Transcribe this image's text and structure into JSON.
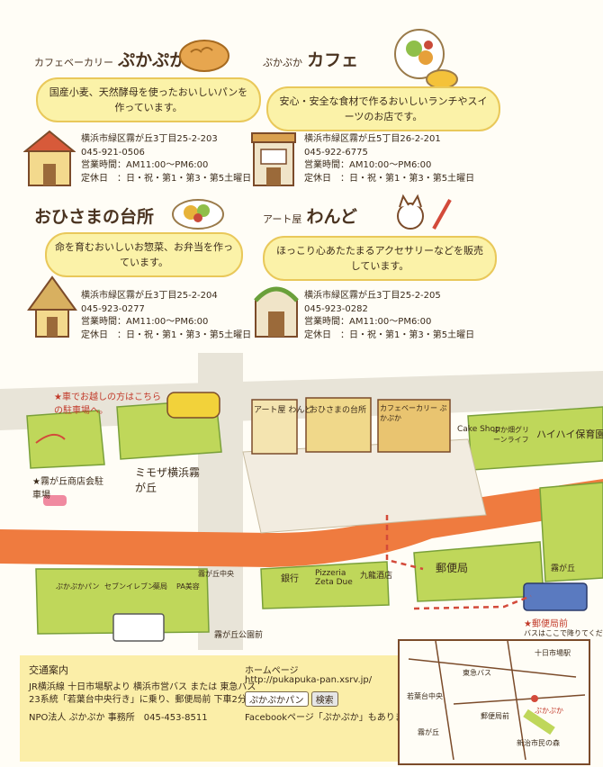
{
  "shops": [
    {
      "title_small": "カフェベーカリー",
      "title_big": "ぷかぷか",
      "description": "国産小麦、天然酵母を使ったおいしいパンを作っています。",
      "address": "横浜市緑区霧が丘3丁目25-2-203",
      "phone": "045-921-0506",
      "hours": "営業時間：AM11:00〜PM6:00",
      "closed": "定休日　：日・祝・第1・第3・第5土曜日"
    },
    {
      "title_small": "ぷかぷか",
      "title_big": "カフェ",
      "description": "安心・安全な食材で作るおいしいランチやスイーツのお店です。",
      "address": "横浜市緑区霧が丘5丁目26-2-201",
      "phone": "045-922-6775",
      "hours": "営業時間：AM10:00〜PM6:00",
      "closed": "定休日　：日・祝・第1・第3・第5土曜日"
    },
    {
      "title_small": "",
      "title_big": "おひさまの台所",
      "description": "命を育むおいしいお惣菜、お弁当を作っています。",
      "address": "横浜市緑区霧が丘3丁目25-2-204",
      "phone": "045-923-0277",
      "hours": "営業時間：AM11:00〜PM6:00",
      "closed": "定休日　：日・祝・第1・第3・第5土曜日"
    },
    {
      "title_small": "アート屋",
      "title_big": "わんど",
      "description": "ほっこり心あたたまるアクセサリーなどを販売しています。",
      "address": "横浜市緑区霧が丘3丁目25-2-205",
      "phone": "045-923-0282",
      "hours": "営業時間：AM11:00〜PM6:00",
      "closed": "定休日　：日・祝・第1・第3・第5土曜日"
    }
  ],
  "map": {
    "parking_note": "★車でお越しの方はこちらの駐車場へ。",
    "parking_label": "★霧が丘商店会駐車場",
    "mimosa": "ミモザ横浜霧が丘",
    "postoffice": "郵便局",
    "bank": "銀行",
    "pizzeria": "Pizzeria Zeta Due",
    "kaiten": "九龍酒店",
    "cake_shop": "Cake Shop",
    "grocery": "ぷか畑グリーンライフ",
    "hoikuen": "ハイハイ保育園",
    "school_front": "霧が丘公園前",
    "bus_stop": "★郵便局前",
    "bus_note": "バスはここで降りてください。",
    "store_small_1": "ぷかぷかパン",
    "store_small_2": "セブンイレブン",
    "store_small_3": "薬局",
    "store_small_4": "PA美容",
    "store_small_5": "霧が丘中央",
    "wando_sign": "アート屋 わんど",
    "ohisama_sign": "おひさまの台所",
    "cafe_sign": "カフェベーカリー ぷかぷか",
    "sign_park": "霧が丘"
  },
  "inset": {
    "label_1": "十日市場駅",
    "label_2": "東急バス",
    "label_3": "若葉台中央",
    "label_4": "霧が丘",
    "label_5": "郵便局前",
    "label_6": "新治市民の森",
    "label_7": "ぷかぷか"
  },
  "footer": {
    "access_title": "交通案内",
    "access_line1": "JR横浜線 十日市場駅より 横浜市営バス または 東急バス",
    "access_line2": "23系統「若葉台中央行き」に乗り、郵便局前 下車2分。",
    "org": "NPO法人 ぷかぷか 事務所　045-453-8511",
    "homepage_title": "ホームページ",
    "homepage_url": "http://pukapuka-pan.xsrv.jp/",
    "search_label": "ぷかぷかパン",
    "search_button": "検索",
    "facebook": "Facebookページ「ぷかぷか」もあります。"
  },
  "colors": {
    "bubble": "#fbf2a8",
    "road": "#ef7b3f",
    "block": "#bfd75a",
    "footer": "#fbeea8"
  }
}
